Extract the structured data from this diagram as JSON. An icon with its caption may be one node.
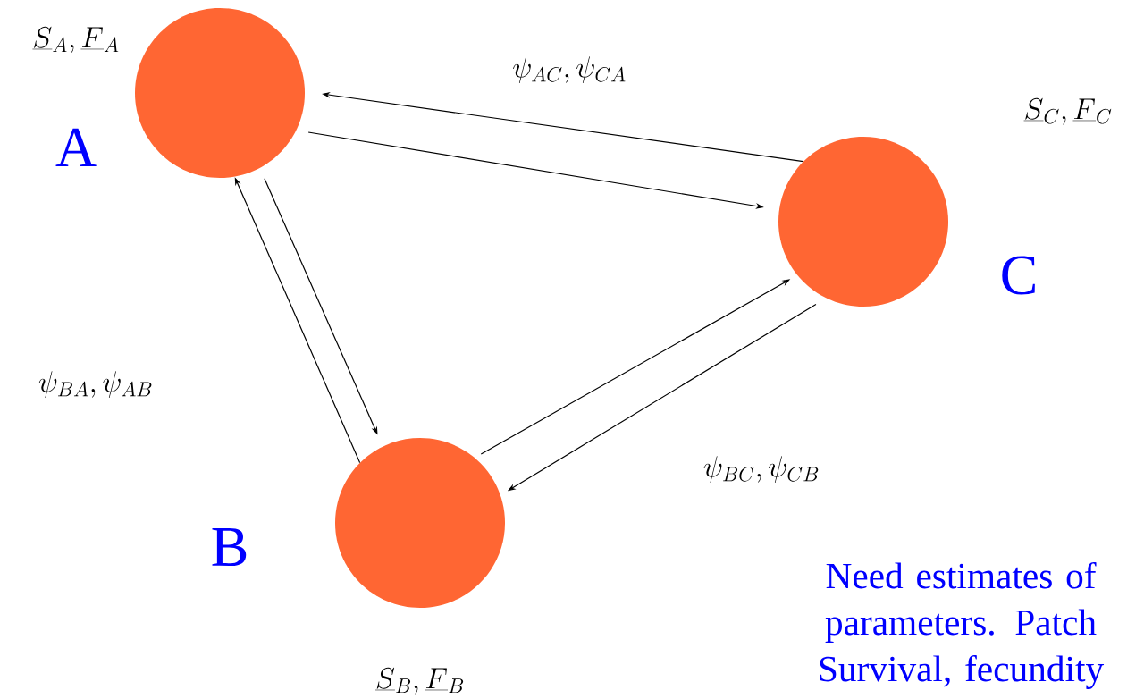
{
  "diagram": {
    "nodes": [
      {
        "text": [],
        "shape": "circle",
        "beside": [
          "A"
        ]
      },
      {
        "text": [],
        "shape": "circle",
        "beside": [
          "C"
        ]
      },
      {
        "text": [],
        "shape": "circle",
        "beside": [
          "B"
        ]
      }
    ],
    "edges": [
      {
        "from": 0,
        "to": 1,
        "arrow": "to"
      },
      {
        "from": 1,
        "to": 0,
        "arrow": "to"
      },
      {
        "from": 0,
        "to": 2,
        "arrow": "to"
      },
      {
        "from": 2,
        "to": 0,
        "arrow": "to"
      },
      {
        "from": 2,
        "to": 1,
        "arrow": "to"
      },
      {
        "from": 1,
        "to": 2,
        "arrow": "to"
      }
    ],
    "labels": [
      "\\underline{S}_{A},\\underline{F}_{A}",
      "\\psi_{AC},\\psi_{CA}",
      "\\underline{S}_{C},\\underline{F}_{C}",
      "\\psi_{BA},\\psi_{AB}",
      "\\psi_{BC},\\psi_{CB}",
      "Need estimates of parameters. Patch Survival, fecundity",
      "\\underline{S}_{B},\\underline{F}_{B}"
    ]
  }
}
